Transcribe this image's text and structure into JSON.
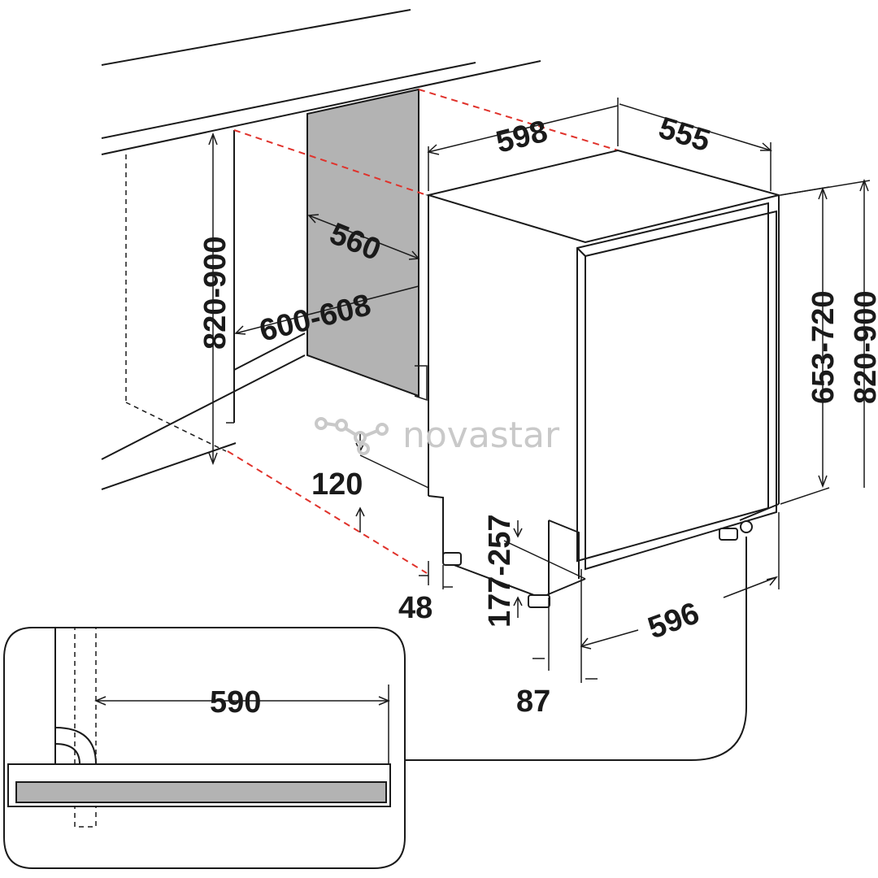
{
  "diagram": {
    "dimensions": {
      "cabinet_height_left": "820-900",
      "niche_depth": "560",
      "niche_width": "600-608",
      "appliance_width": "598",
      "appliance_depth": "555",
      "door_height": "653-720",
      "appliance_height_right": "820-900",
      "plinth_gap": "120",
      "foot_offset": "48",
      "plinth_height": "177-257",
      "door_width": "596",
      "door_offset": "87",
      "detail_depth": "590"
    },
    "watermark": "novastar",
    "colors": {
      "line": "#1a1a1a",
      "guide_dashed": "#e0322b",
      "panel_fill": "#b3b3b3",
      "watermark": "#c9c9c9"
    }
  }
}
